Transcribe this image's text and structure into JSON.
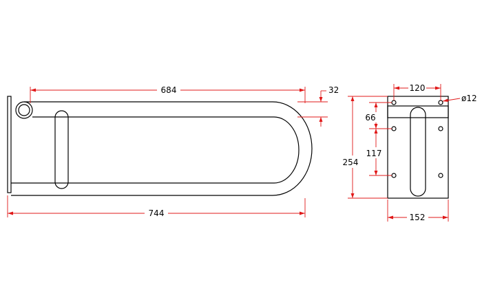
{
  "colors": {
    "outline": "#000000",
    "dimension": "#e01818",
    "background": "#ffffff"
  },
  "dimensions": {
    "side_inner_length": "684",
    "side_offset": "32",
    "side_total_length": "744",
    "front_hole_spacing": "120",
    "front_hole_diameter": "ø12",
    "front_top_offset": "66",
    "front_hole_vertical": "117",
    "front_height": "254",
    "front_width": "152"
  }
}
